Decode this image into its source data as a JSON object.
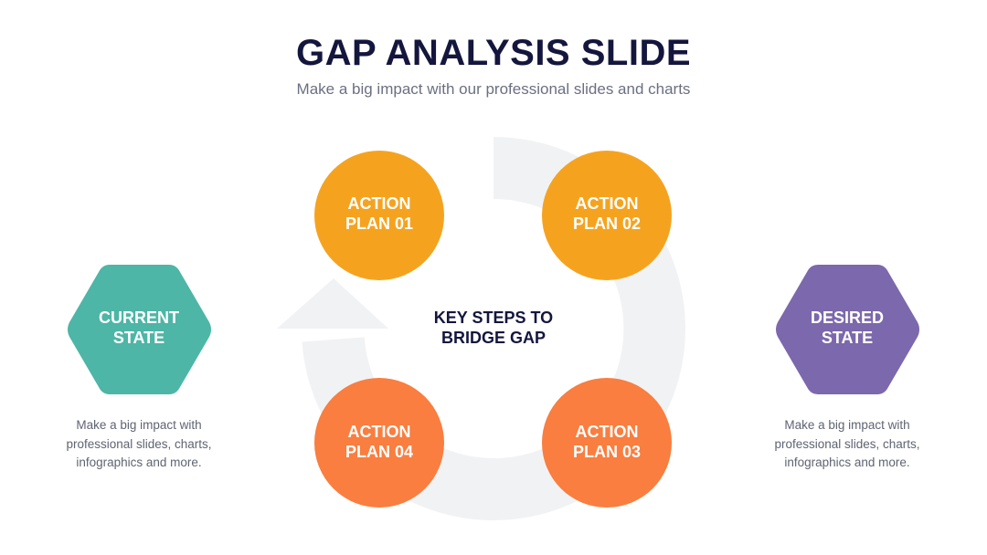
{
  "header": {
    "title": "GAP ANALYSIS SLIDE",
    "subtitle": "Make a big impact with our professional slides and charts"
  },
  "diagram": {
    "center_label": "KEY STEPS TO\nBRIDGE GAP",
    "current_state": {
      "label": "CURRENT\nSTATE",
      "description": "Make a big impact with\nprofessional slides, charts,\ninfographics and more.",
      "color": "#4db6a6"
    },
    "desired_state": {
      "label": "DESIRED\nSTATE",
      "description": "Make a big impact with\nprofessional slides, charts,\ninfographics and more.",
      "color": "#7c68ac"
    },
    "action_plans": [
      {
        "label": "ACTION\nPLAN 01",
        "color": "#f5a31f"
      },
      {
        "label": "ACTION\nPLAN 02",
        "color": "#f5a31f"
      },
      {
        "label": "ACTION\nPLAN 03",
        "color": "#f97e3f"
      },
      {
        "label": "ACTION\nPLAN 04",
        "color": "#f97e3f"
      }
    ],
    "cycle_arrow_color": "#f1f2f4"
  }
}
